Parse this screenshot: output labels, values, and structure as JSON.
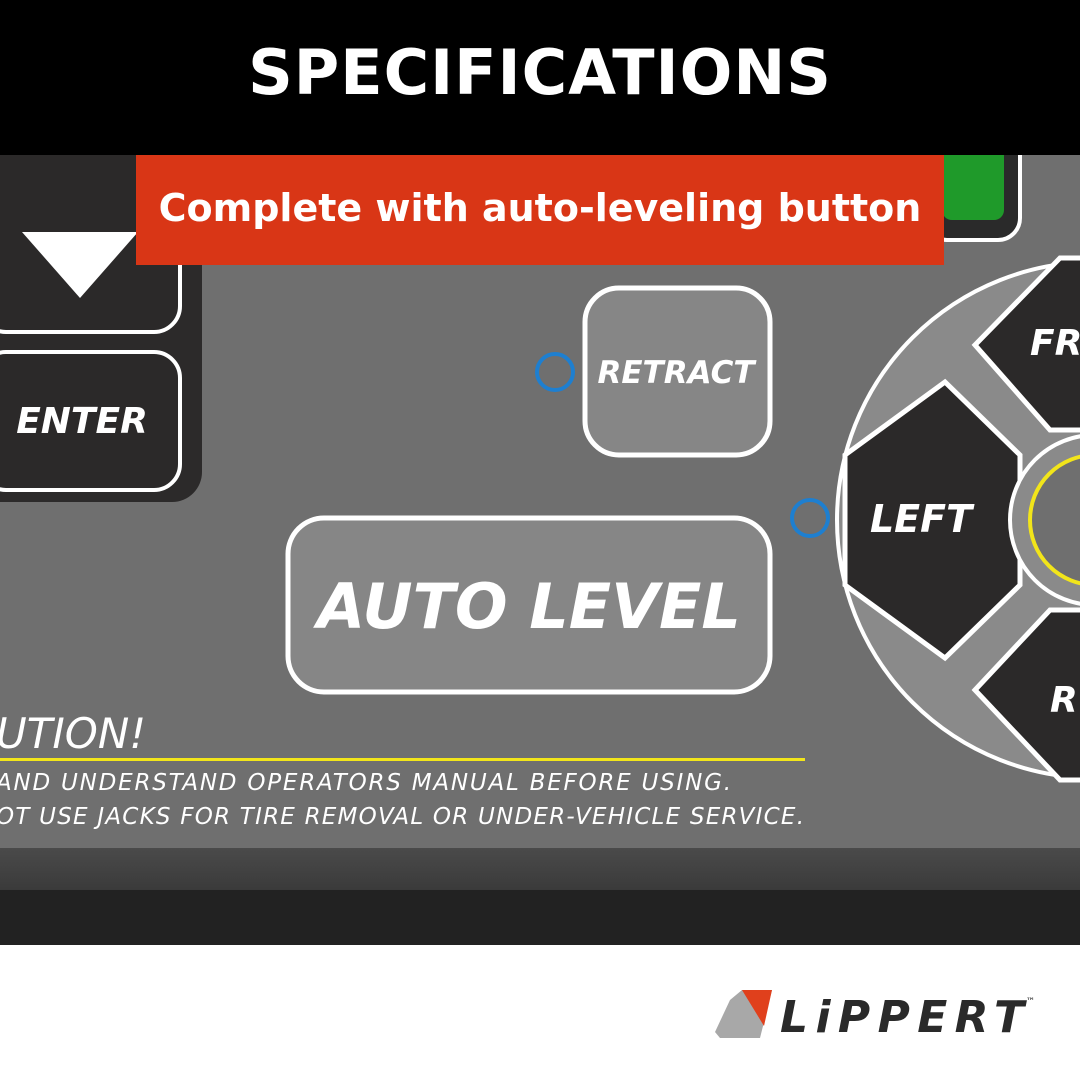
{
  "header": {
    "title": "SPECIFICATIONS"
  },
  "banner": {
    "text": "Complete with auto-leveling button"
  },
  "panel": {
    "buttons": {
      "down": "down-arrow",
      "enter": "ENTER",
      "retract": "RETRACT",
      "auto_level": "AUTO LEVEL",
      "left": "LEFT",
      "front_partial": "FR",
      "rear_partial": "R"
    },
    "caution": {
      "heading": "UTION!",
      "line1": "AND UNDERSTAND OPERATORS MANUAL BEFORE USING.",
      "line2": "OT USE JACKS FOR TIRE REMOVAL OR UNDER-VEHICLE SERVICE."
    }
  },
  "brand": {
    "logo_text": "LiPPERT",
    "trademark": "™"
  },
  "colors": {
    "banner": "#d93616",
    "panel": "#6f6f6f",
    "indicator": "#1e7fd0",
    "caution_line": "#f2e51a",
    "green_button": "#1f9a2a"
  }
}
